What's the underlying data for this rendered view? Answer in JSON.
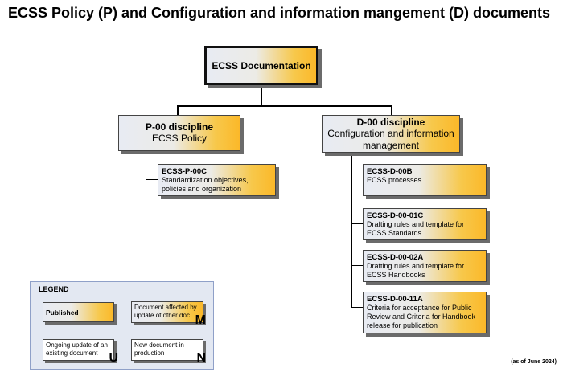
{
  "title": "ECSS Policy (P) and Configuration and information mangement (D)  documents",
  "root": {
    "label": "ECSS Documentation"
  },
  "discipline_p": {
    "code": "P-00 discipline",
    "name": "ECSS Policy"
  },
  "discipline_d": {
    "code": "D-00 discipline",
    "name": "Configuration and information management"
  },
  "documents_p": [
    {
      "code": "ECSS-P-00C",
      "desc": "Standardization objectives, policies and organization"
    }
  ],
  "documents_d": [
    {
      "code": "ECSS-D-00B",
      "desc": "ECSS processes"
    },
    {
      "code": "ECSS-D-00-01C",
      "desc": "Drafting rules and template for ECSS Standards"
    },
    {
      "code": "ECSS-D-00-02A",
      "desc": "Drafting rules and template for ECSS Handbooks"
    },
    {
      "code": "ECSS-D-00-11A",
      "desc": "Criteria for acceptance for Public Review and Criteria for Handbook release for publication"
    }
  ],
  "legend": {
    "title": "LEGEND",
    "published": "Published",
    "modified": "Document affected by update of other doc.",
    "modified_letter": "M",
    "ongoing": "Ongoing update of an existing document",
    "ongoing_letter": "U",
    "new_doc": "New document in production",
    "new_letter": "N"
  },
  "as_of": "(as of June 2024)",
  "colors": {
    "gradient_start": "#e8ebf3",
    "gradient_end": "#fbb829",
    "legend_bg": "#e3e8f2"
  }
}
